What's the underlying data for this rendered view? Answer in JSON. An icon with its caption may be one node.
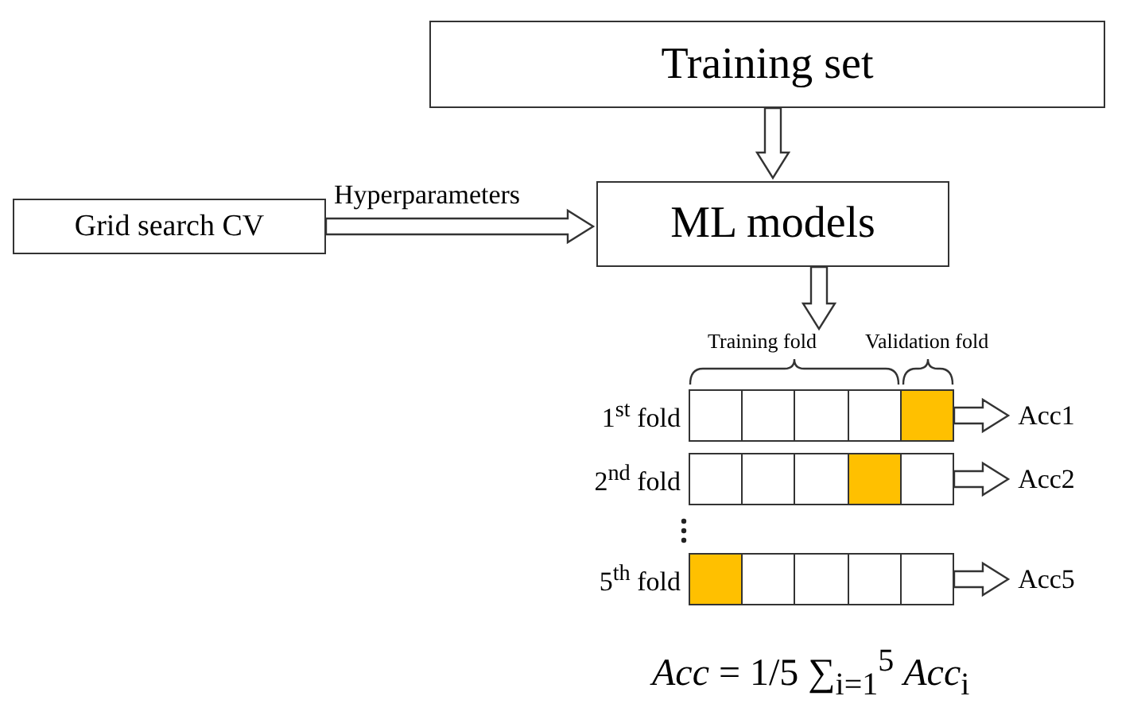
{
  "diagram": {
    "nodes": [
      {
        "text": [
          "Training set"
        ]
      },
      {
        "text": [
          "ML models"
        ]
      },
      {
        "text": [
          "Grid search CV"
        ]
      },
      {
        "text": [],
        "shape": "bar",
        "beside": [
          "1$^{st}$ fold"
        ]
      },
      {
        "text": [
          "Acc1"
        ]
      },
      {
        "text": [],
        "shape": "bar",
        "beside": [
          "2$^{nd}$ fold"
        ]
      },
      {
        "text": [
          "Acc2"
        ]
      },
      {
        "text": [],
        "shape": "bar",
        "beside": [
          "5$^{th}$ fold"
        ]
      },
      {
        "text": [
          "Acc5"
        ]
      }
    ],
    "edges": [
      {
        "from": 0,
        "to": 1,
        "arrow": "to"
      },
      {
        "from": 2,
        "to": 1,
        "arrow": "to",
        "label": "Hyperparameters"
      },
      {
        "from": 1,
        "to": 3,
        "arrow": "to"
      },
      {
        "from": 3,
        "to": 4,
        "arrow": "to"
      },
      {
        "from": 5,
        "to": 6,
        "arrow": "to"
      },
      {
        "from": 7,
        "to": 8,
        "arrow": "to"
      }
    ],
    "labels": [
      "Training fold",
      "Validation fold",
      "*Acc* = 1/5 ∑$_{i=1}$$^{5}$ *Acc*$_{i}$"
    ]
  }
}
